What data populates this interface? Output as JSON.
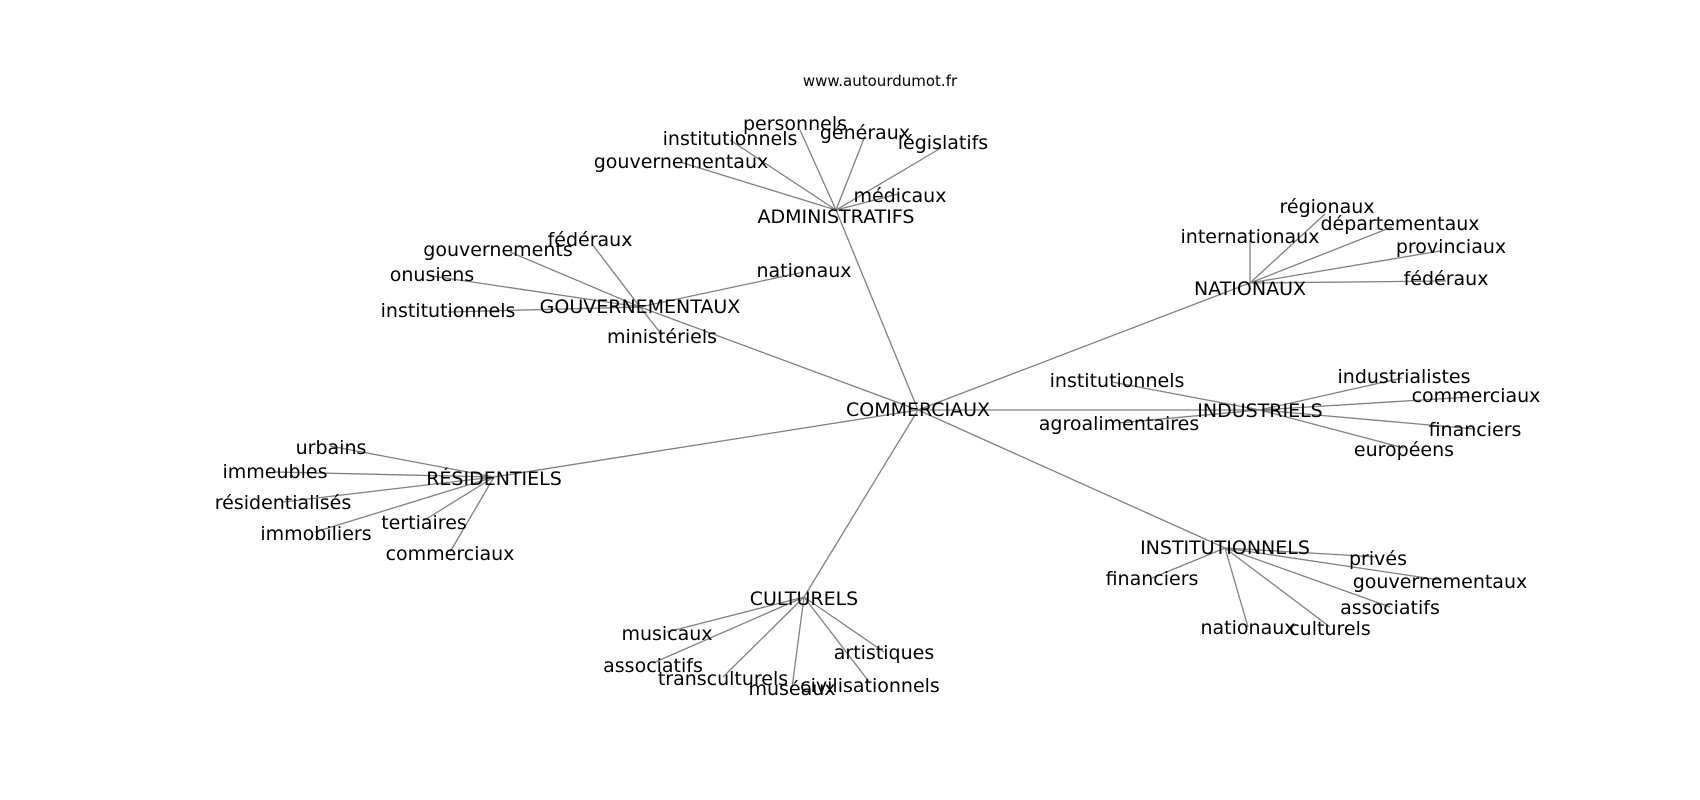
{
  "site": "www.autourdumot.fr",
  "center": {
    "id": "commerciaux",
    "label": "COMMERCIAUX"
  },
  "hubs": [
    {
      "id": "administratifs",
      "label": "ADMINISTRATIFS",
      "leaves": [
        "personnels",
        "institutionnels",
        "généraux",
        "législatifs",
        "gouvernementaux",
        "médicaux"
      ]
    },
    {
      "id": "gouvernementaux",
      "label": "GOUVERNEMENTAUX",
      "leaves": [
        "fédéraux",
        "gouvernements",
        "onusiens",
        "institutionnels",
        "ministériels",
        "nationaux"
      ]
    },
    {
      "id": "nationaux",
      "label": "NATIONAUX",
      "leaves": [
        "régionaux",
        "internationaux",
        "départementaux",
        "provinciaux",
        "fédéraux"
      ]
    },
    {
      "id": "industriels",
      "label": "INDUSTRIELS",
      "leaves": [
        "institutionnels",
        "industrialistes",
        "commerciaux",
        "agroalimentaires",
        "financiers",
        "européens"
      ]
    },
    {
      "id": "residentiels",
      "label": "RÉSIDENTIELS",
      "leaves": [
        "urbains",
        "immeubles",
        "résidentialisés",
        "tertiaires",
        "immobiliers",
        "commerciaux"
      ]
    },
    {
      "id": "institutionnels",
      "label": "INSTITUTIONNELS",
      "leaves": [
        "privés",
        "financiers",
        "gouvernementaux",
        "associatifs",
        "nationaux",
        "culturels"
      ]
    },
    {
      "id": "culturels",
      "label": "CULTURELS",
      "leaves": [
        "musicaux",
        "artistiques",
        "associatifs",
        "transculturels",
        "civilisationnels",
        "muséaux"
      ]
    }
  ]
}
